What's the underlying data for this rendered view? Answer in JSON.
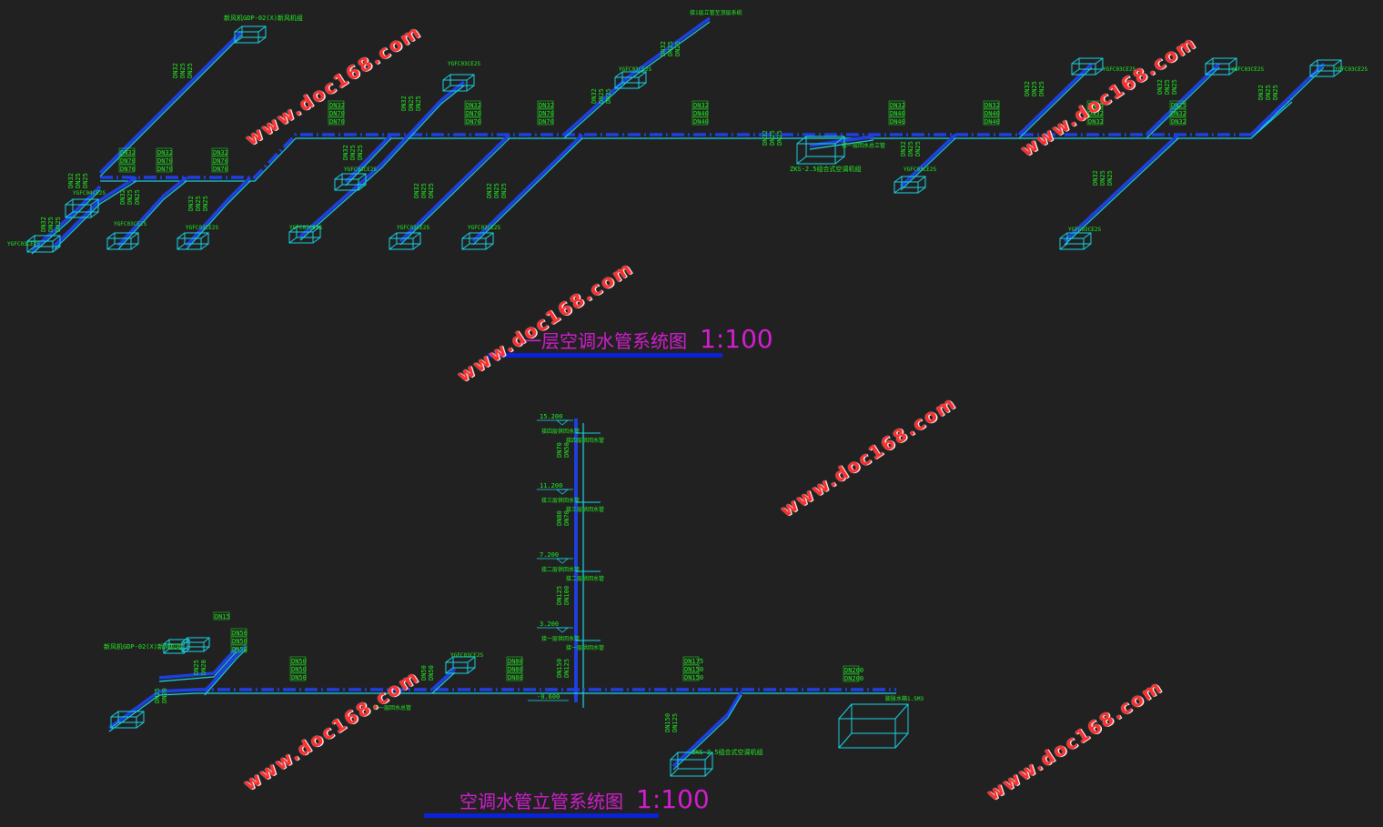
{
  "titles": {
    "plan": {
      "text": "一层空调水管系统图",
      "scale": "1:100"
    },
    "riser": {
      "text": "空调水管立管系统图",
      "scale": "1:100"
    }
  },
  "watermark": "www.doc168.com",
  "colors": {
    "background": "#212121",
    "supply_pipe": "#1f3fe0",
    "return_pipe": "#19d3e6",
    "label": "#22ee22",
    "equipment": "#19d3e6",
    "title": "#d21ecf",
    "title_bar": "#0a22d8",
    "watermark": "#ff2e2e"
  },
  "plan_labels": {
    "ahu_left": "新风机GDP-02(X)新风机组",
    "chiller": "ZKS-2.5组合式空调机组",
    "riser_up": "接1层立管至顶层系统",
    "riser_mid": "接一层回水总立管",
    "fcu": "YGFC03CE2S",
    "fcu_b": "YGFC04CE2S",
    "pipe_labels": [
      "DN32",
      "DN70",
      "DN70",
      "DN32",
      "DN70",
      "DN70",
      "DN32",
      "DN70",
      "DN70",
      "DN32",
      "DN40",
      "DN40",
      "DN32",
      "DN40",
      "DN40",
      "DN25",
      "DN32",
      "DN32"
    ]
  },
  "riser_labels": {
    "elevations": [
      "15.200",
      "11.200",
      "7.200",
      "3.200",
      "-0.600"
    ],
    "floor_notes": [
      "接四层供回水管",
      "接三层供回水管",
      "接二层供回水管",
      "接一层供回水管"
    ],
    "ahu_left": "新风机GDP-02(X)新风机组",
    "fcu": "YGFC03CE2S",
    "chiller": "ZKS-2.5组合式空调机组",
    "tank": "膨胀水箱1.5M3",
    "main_note": "接一层回水总管",
    "pipe_labels": [
      "DN15",
      "DN50",
      "DN50",
      "DN50",
      "DN50",
      "DN80",
      "DN80",
      "DN125",
      "DN150",
      "DN175",
      "DN200",
      "DN200"
    ]
  }
}
